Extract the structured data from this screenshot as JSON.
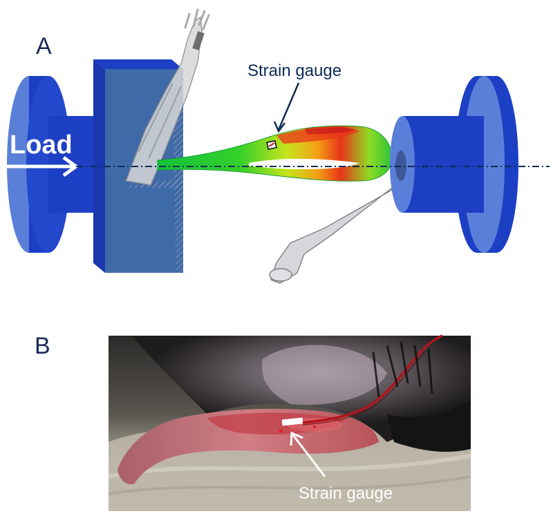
{
  "panel_a": {
    "label": "A",
    "load_label": "Load",
    "strain_gauge_label": "Strain gauge"
  },
  "panel_b": {
    "label": "B",
    "strain_gauge_label": "Strain gauge"
  },
  "colors": {
    "fixture_blue": "#1c3fc4",
    "fixture_light": "#5a7fd8",
    "plate_face": "#3f6aa8",
    "heatmap": [
      "#12c23a",
      "#7fdc20",
      "#f4e21c",
      "#f79a10",
      "#e8341a"
    ],
    "arrow_navy": "#0d2a55"
  }
}
